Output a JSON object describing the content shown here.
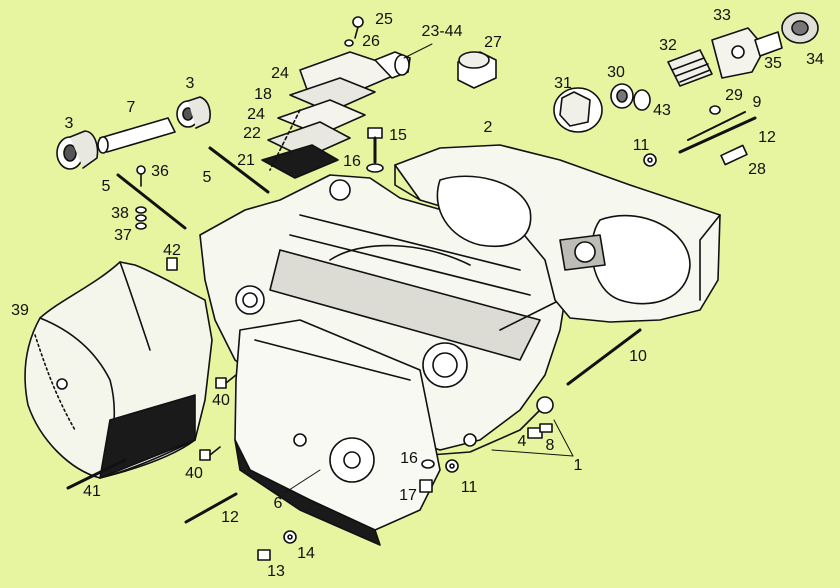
{
  "colors": {
    "background": "#e8f5a0",
    "ink": "#111111",
    "shade": "#7a7a7a"
  },
  "callouts": [
    {
      "id": "c1",
      "text": "1"
    },
    {
      "id": "c2",
      "text": "2"
    },
    {
      "id": "c3a",
      "text": "3"
    },
    {
      "id": "c3b",
      "text": "3"
    },
    {
      "id": "c4",
      "text": "4"
    },
    {
      "id": "c5a",
      "text": "5"
    },
    {
      "id": "c5b",
      "text": "5"
    },
    {
      "id": "c6",
      "text": "6"
    },
    {
      "id": "c7",
      "text": "7"
    },
    {
      "id": "c8",
      "text": "8"
    },
    {
      "id": "c9",
      "text": "9"
    },
    {
      "id": "c10",
      "text": "10"
    },
    {
      "id": "c11a",
      "text": "11"
    },
    {
      "id": "c11b",
      "text": "11"
    },
    {
      "id": "c12a",
      "text": "12"
    },
    {
      "id": "c12b",
      "text": "12"
    },
    {
      "id": "c13",
      "text": "13"
    },
    {
      "id": "c14",
      "text": "14"
    },
    {
      "id": "c15",
      "text": "15"
    },
    {
      "id": "c16a",
      "text": "16"
    },
    {
      "id": "c16b",
      "text": "16"
    },
    {
      "id": "c17",
      "text": "17"
    },
    {
      "id": "c18",
      "text": "18"
    },
    {
      "id": "c21",
      "text": "21"
    },
    {
      "id": "c22",
      "text": "22"
    },
    {
      "id": "c23",
      "text": "23-44"
    },
    {
      "id": "c24a",
      "text": "24"
    },
    {
      "id": "c24b",
      "text": "24"
    },
    {
      "id": "c25",
      "text": "25"
    },
    {
      "id": "c26",
      "text": "26"
    },
    {
      "id": "c27",
      "text": "27"
    },
    {
      "id": "c28",
      "text": "28"
    },
    {
      "id": "c29",
      "text": "29"
    },
    {
      "id": "c30",
      "text": "30"
    },
    {
      "id": "c31",
      "text": "31"
    },
    {
      "id": "c32",
      "text": "32"
    },
    {
      "id": "c33",
      "text": "33"
    },
    {
      "id": "c34",
      "text": "34"
    },
    {
      "id": "c35",
      "text": "35"
    },
    {
      "id": "c36",
      "text": "36"
    },
    {
      "id": "c37",
      "text": "37"
    },
    {
      "id": "c38",
      "text": "38"
    },
    {
      "id": "c39",
      "text": "39"
    },
    {
      "id": "c40a",
      "text": "40"
    },
    {
      "id": "c40b",
      "text": "40"
    },
    {
      "id": "c41",
      "text": "41"
    },
    {
      "id": "c42",
      "text": "42"
    },
    {
      "id": "c43",
      "text": "43"
    }
  ]
}
